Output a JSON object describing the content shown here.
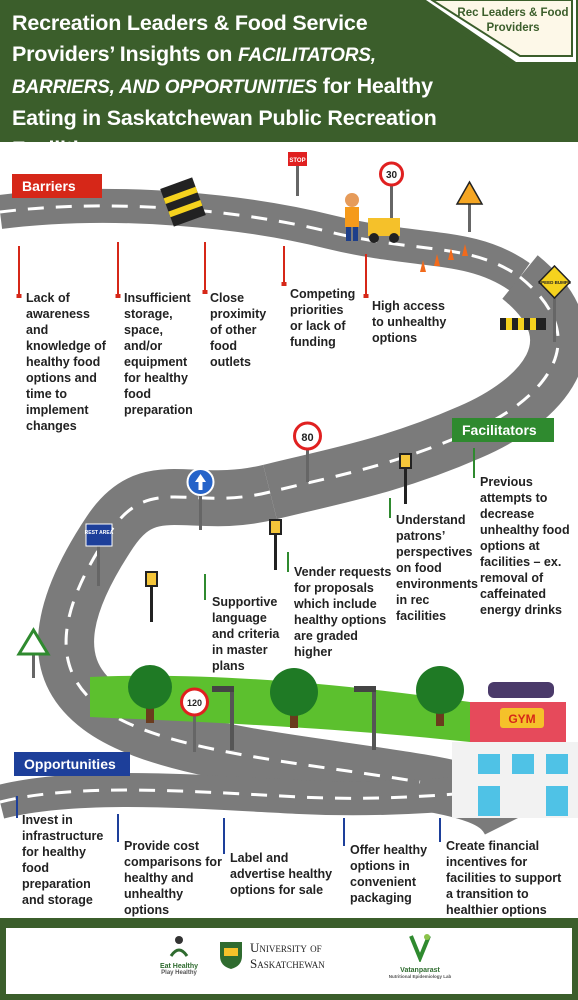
{
  "title": {
    "line1": "Recreation Leaders & Food Service",
    "line2_a": "Providers’ Insights on ",
    "line2_b": "Facilitators,",
    "line3_a": "Barriers, and Opportunities",
    "line3_b": " for Healthy",
    "line4": "Eating in Saskatchewan Public Recreation Facilities"
  },
  "badge": {
    "text": "Rec Leaders & Food Providers"
  },
  "sections": {
    "barriers": "Barriers",
    "facilitators": "Facilitators",
    "opportunities": "Opportunities"
  },
  "barriers": [
    "Lack of awareness and knowledge of healthy food options and time to implement changes",
    "Insufficient storage, space, and/or equipment for healthy food preparation",
    "Close proximity of other food outlets",
    "Competing priorities or lack of funding",
    "High access to unhealthy options"
  ],
  "facilitators": [
    "Previous attempts to decrease unhealthy food options at facilities – ex. removal of caffeinated energy drinks",
    "Understand patrons’ perspectives on food environments in rec facilities",
    "Vender requests for proposals which include healthy options are graded higher",
    "Supportive language and criteria in master plans"
  ],
  "opportunities": [
    "Invest in infrastructure for healthy food preparation and storage",
    "Provide cost comparisons for healthy and unhealthy options",
    "Label and advertise healthy options for sale",
    "Offer healthy options in convenient packaging",
    "Create financial incentives for facilities to support a transition to healthier options"
  ],
  "signs": {
    "stop": "STOP",
    "speed30": "30",
    "speed80": "80",
    "speed120": "120",
    "rest_area": "REST AREA",
    "speed_bump": "SPEED BUMPS",
    "gym": "GYM"
  },
  "footer": {
    "eat_healthy_1": "Eat Healthy",
    "eat_healthy_2": "Play Healthy",
    "usask_1": "University of",
    "usask_2": "Saskatchewan",
    "vatan_1": "Vatanparast",
    "vatan_2": "Nutritional Epidemiology Lab"
  },
  "colors": {
    "header_green": "#3b5e2b",
    "barriers_red": "#d62718",
    "facilitators_green": "#2f8a2f",
    "opportunities_blue": "#1d3f9a",
    "road_gray": "#7b7b7b"
  }
}
